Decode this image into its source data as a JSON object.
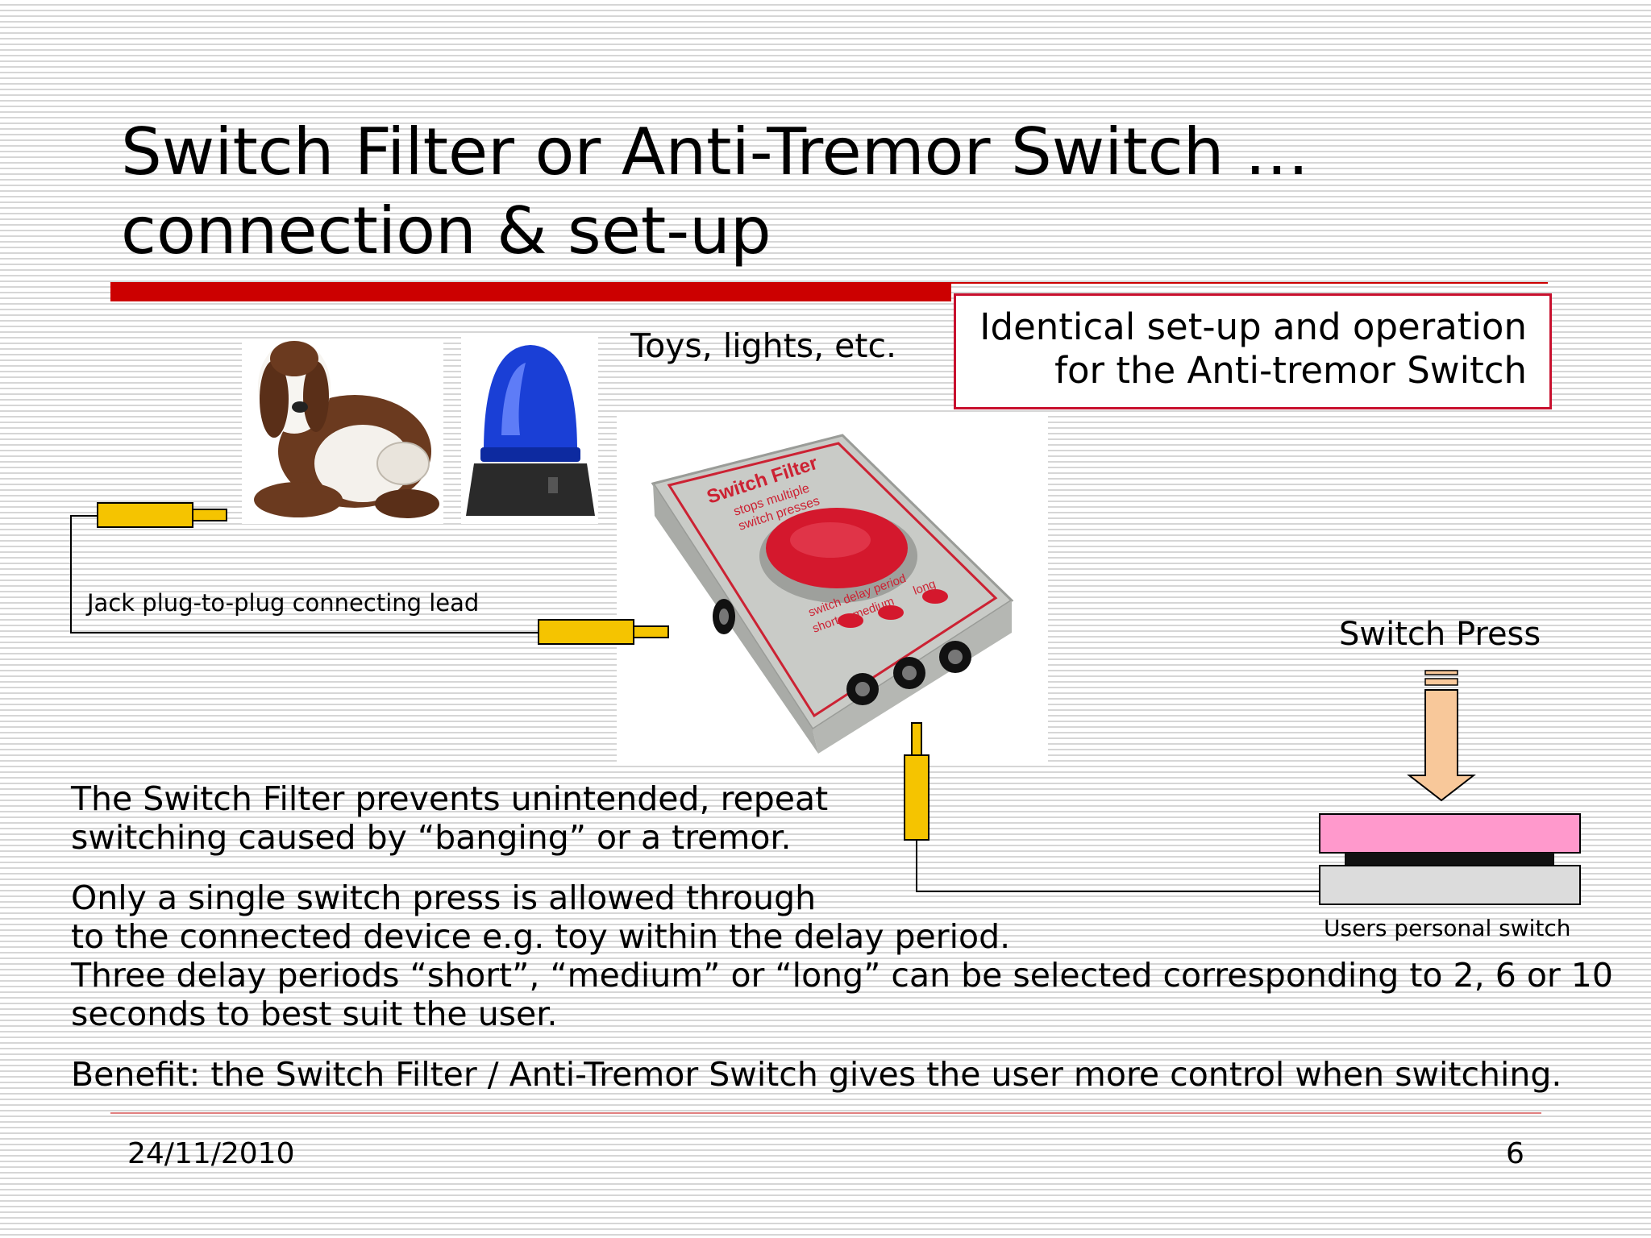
{
  "slide": {
    "title_line1": "Switch Filter or Anti-Tremor Switch …",
    "title_line2": "connection & set-up",
    "callout_line1": "Identical set-up and operation",
    "callout_line2": "for the Anti-tremor Switch",
    "toys_label": "Toys, lights, etc.",
    "jack_label": "Jack plug-to-plug connecting lead",
    "switch_press_label": "Switch Press",
    "users_switch_label": "Users personal switch",
    "device": {
      "brand": "Switch Filter",
      "tagline_line1": "stops multiple",
      "tagline_line2": "switch presses",
      "delay_label": "switch delay period",
      "short": "short",
      "medium": "medium",
      "long": "long"
    },
    "paragraph1_line1": "The Switch Filter prevents unintended, repeat",
    "paragraph1_line2": "switching caused by “banging” or a tremor.",
    "paragraph2_line1": "Only a single switch press is allowed through",
    "paragraph2_line2": "to the connected device e.g. toy within the delay period.",
    "paragraph2_line3": "Three delay periods “short”, “medium” or “long” can be selected corresponding to 2, 6 or 10",
    "paragraph2_line4": "seconds to best suit the user.",
    "paragraph3": "Benefit: the Switch Filter / Anti-Tremor Switch gives the user more control when switching.",
    "date": "24/11/2010",
    "page_number": "6"
  },
  "colors": {
    "accent_red": "#cc0000",
    "plug_yellow": "#f5c400",
    "arrow_peach": "#f8c89a",
    "switch_pink": "#ff99cc",
    "switch_base": "#dcdcdc",
    "beacon_blue": "#1a3fd6"
  },
  "icons": {
    "toy": "plush-dog-icon",
    "light": "blue-beacon-icon",
    "device": "switch-filter-box-icon",
    "press": "down-arrow-icon"
  }
}
